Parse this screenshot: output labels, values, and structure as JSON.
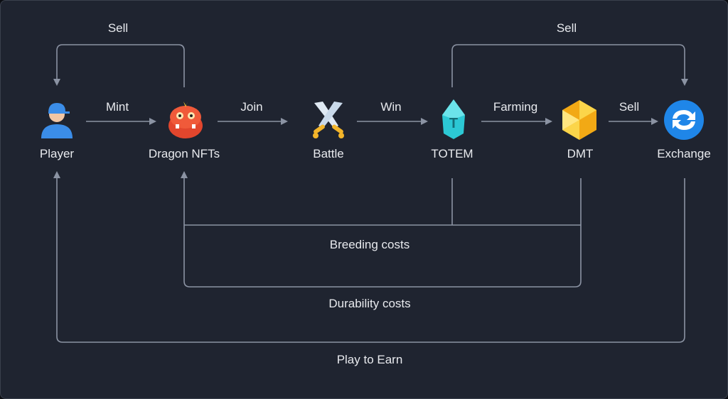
{
  "nodes": {
    "player": {
      "label": "Player",
      "icon": "player-icon"
    },
    "dragon": {
      "label": "Dragon NFTs",
      "icon": "dragon-icon"
    },
    "battle": {
      "label": "Battle",
      "icon": "crossed-swords-icon"
    },
    "totem": {
      "label": "TOTEM",
      "icon": "totem-gem-icon"
    },
    "dmt": {
      "label": "DMT",
      "icon": "dmt-gem-icon"
    },
    "exchange": {
      "label": "Exchange",
      "icon": "exchange-icon"
    }
  },
  "edges": {
    "mint": "Mint",
    "join": "Join",
    "win": "Win",
    "farming": "Farming",
    "sell_dmt": "Sell",
    "sell_dragon": "Sell",
    "sell_totem": "Sell",
    "breeding": "Breeding costs",
    "durability": "Durability costs",
    "play_to_earn": "Play to Earn"
  },
  "colors": {
    "background": "#1f2430",
    "line": "#8b93a3"
  }
}
